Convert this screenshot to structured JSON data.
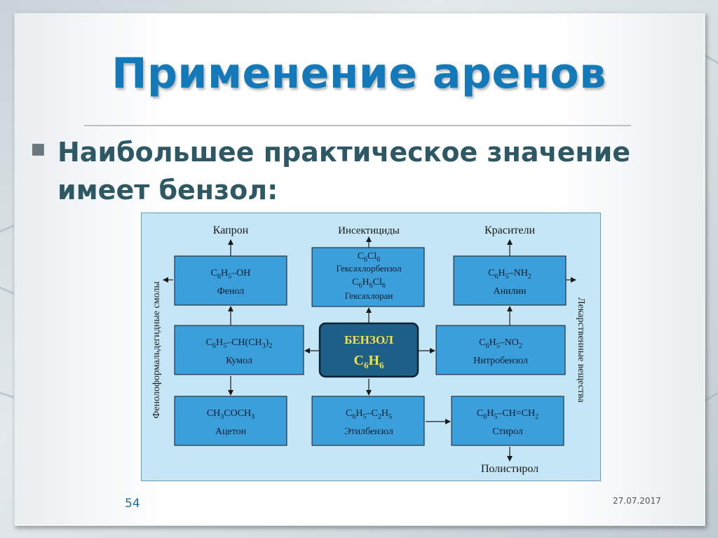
{
  "slide": {
    "title": "Применение аренов",
    "bullet": "Наибольшее практическое значение имеет бензол:",
    "number": "54",
    "date": "27.07.2017"
  },
  "diagram": {
    "center": {
      "title": "БЕНЗОЛ",
      "formula": "C6H6"
    },
    "boxes": {
      "phenol": {
        "formula": "C6H5–OH",
        "name": "Фенол"
      },
      "hexachlorane": {
        "formula1": "C6Cl6",
        "name1": "Гексахлорбензол",
        "formula2": "C6H6Cl6",
        "name2": "Гексахлоран"
      },
      "aniline": {
        "formula": "C6H5–NH2",
        "name": "Анилин"
      },
      "cumene": {
        "formula": "C6H5–CH(CH3)2",
        "name": "Кумол"
      },
      "nitrobenzene": {
        "formula": "C6H5–NO2",
        "name": "Нитробензол"
      },
      "acetone": {
        "formula": "CH3COCH3",
        "name": "Ацетон"
      },
      "ethylbenzene": {
        "formula": "C6H5–C2H5",
        "name": "Этилбензол"
      },
      "styrene": {
        "formula": "C6H5–CH=CH2",
        "name": "Стирол"
      }
    },
    "products": {
      "kapron": "Капрон",
      "insecticides": "Инсектициды",
      "dyes": "Красители",
      "polystyrene": "Полистирол"
    },
    "side_labels": {
      "left": "Фенолоформальдегидные смолы",
      "right": "Лекарственные вещества"
    }
  },
  "colors": {
    "title": "#1479b8",
    "panel": "#c5e6f6",
    "box": "#3b9fdc",
    "center": "#1d5f86",
    "center_title": "#f2e24a"
  }
}
